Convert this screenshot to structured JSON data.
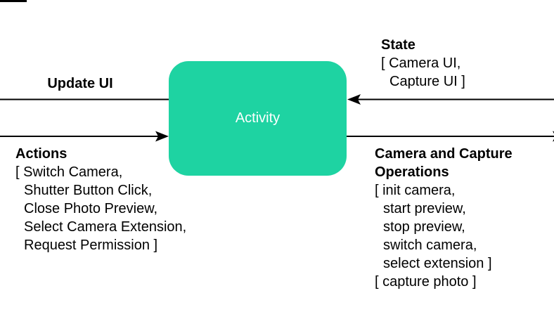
{
  "colors": {
    "box_fill": "#1ed3a2",
    "box_text": "#ffffff",
    "line": "#000000",
    "text": "#000000"
  },
  "box": {
    "label": "Activity"
  },
  "left": {
    "update_ui": {
      "title": "Update UI"
    },
    "actions": {
      "title": "Actions",
      "items": [
        "[ Switch Camera,",
        "Shutter Button Click,",
        "Close Photo Preview,",
        "Select Camera Extension,",
        "Request Permission ]"
      ]
    }
  },
  "right": {
    "state": {
      "title": "State",
      "items": [
        "[ Camera UI,",
        "Capture UI ]"
      ]
    },
    "operations": {
      "title_line1": "Camera and Capture",
      "title_line2": "Operations",
      "items": [
        "[ init camera,",
        "start preview,",
        "stop preview,",
        "switch camera,",
        "select extension ]",
        "[ capture photo ]"
      ]
    }
  }
}
